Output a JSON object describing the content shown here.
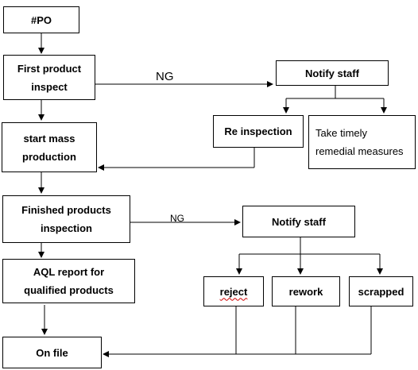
{
  "nodes": {
    "po": "#PO",
    "first_inspect_1": "First product",
    "first_inspect_2": "inspect",
    "notify_staff_1": "Notify staff",
    "re_inspection": "Re inspection",
    "remedial_1": "Take timely",
    "remedial_2": "remedial measures",
    "mass_production_1": "start mass",
    "mass_production_2": "production",
    "finished_inspection_1": "Finished products",
    "finished_inspection_2": "inspection",
    "notify_staff_2": "Notify staff",
    "aql_report_1": "AQL report for",
    "aql_report_2": "qualified products",
    "reject": "reject",
    "rework": "rework",
    "scrapped": "scrapped",
    "on_file": "On file"
  },
  "labels": {
    "ng_top": "NG",
    "ng_bottom": "NG"
  },
  "colors": {
    "stroke": "#000000",
    "background": "#ffffff",
    "spellcheck_underline": "#d00000"
  }
}
